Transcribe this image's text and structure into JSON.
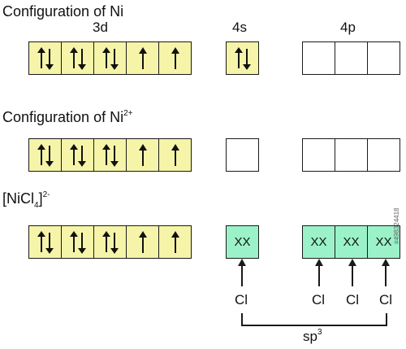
{
  "titles": {
    "ni": "Configuration of Ni",
    "ni2_base": "Configuration of Ni",
    "ni2_sup": "2+",
    "complex_open": "[NiCl",
    "complex_sub": "4",
    "complex_close": "]",
    "complex_sup": "2-"
  },
  "orbital_labels": {
    "3d": "3d",
    "4s": "4s",
    "4p": "4p"
  },
  "rows": [
    {
      "d": [
        "pair",
        "pair",
        "pair",
        "up",
        "up"
      ],
      "s": [
        "pair"
      ],
      "p": [
        "empty",
        "empty",
        "empty"
      ]
    },
    {
      "d": [
        "pair",
        "pair",
        "pair",
        "up",
        "up"
      ],
      "s": [
        "empty"
      ],
      "p": [
        "empty",
        "empty",
        "empty"
      ]
    },
    {
      "d": [
        "pair",
        "pair",
        "pair",
        "up",
        "up"
      ],
      "s": [
        "XX"
      ],
      "p": [
        "XX",
        "XX",
        "XX"
      ]
    }
  ],
  "ligand": "Cl",
  "ligand_labels": [
    "Cl",
    "Cl",
    "Cl",
    "Cl"
  ],
  "hybrid_base": "sp",
  "hybrid_sup": "3",
  "colors": {
    "filled_box": "#f6f4a8",
    "hybrid_box": "#9bf2c9",
    "line": "#1a1a1a"
  },
  "watermark": "#498324418"
}
